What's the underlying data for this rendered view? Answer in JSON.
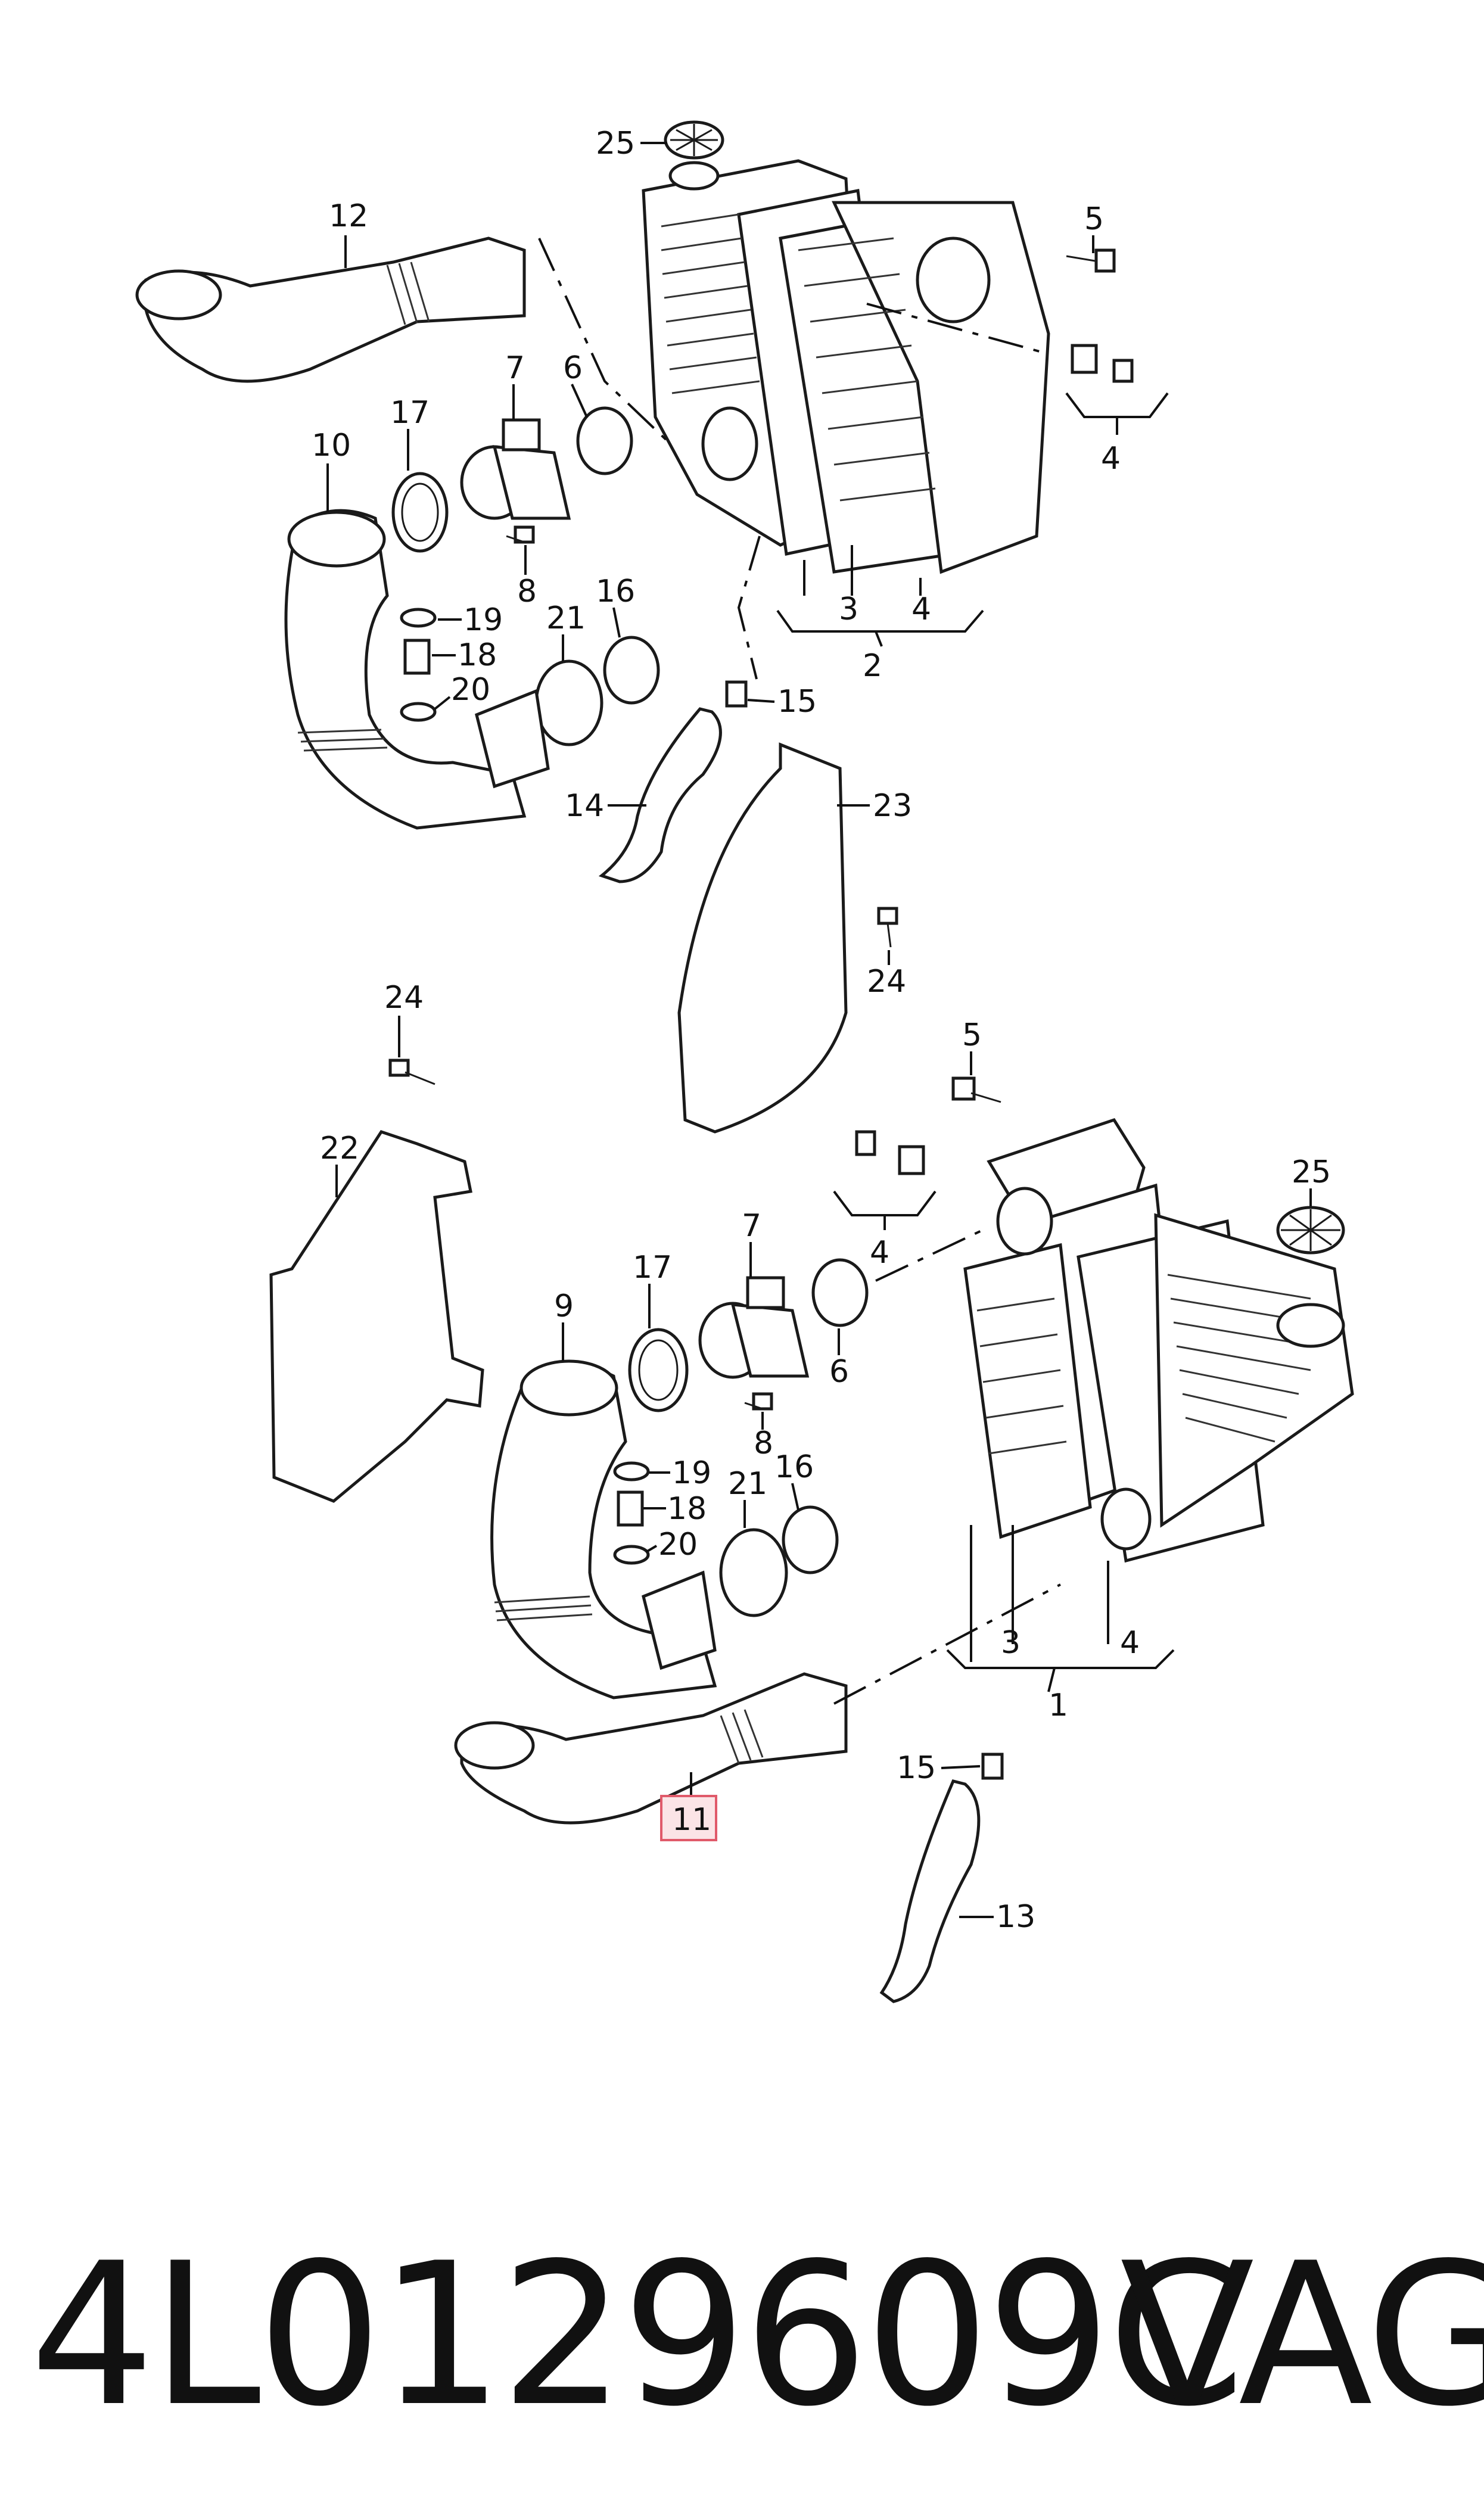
{
  "diagram": {
    "labels": {
      "l25_top": "25",
      "l12": "12",
      "l5_top": "5",
      "l7_top": "7",
      "l6_top": "6",
      "l17_top": "17",
      "l10": "10",
      "l4_top": "4",
      "l8_top": "8",
      "l19_top": "19",
      "l21_top": "21",
      "l16_top": "16",
      "l18_top": "18",
      "l20_top": "20",
      "l3_top": "3",
      "l4b_top": "4",
      "l2": "2",
      "l15_top": "15",
      "l14": "14",
      "l23": "23",
      "l24_mid": "24",
      "l24_left": "24",
      "l5_bot": "5",
      "l25_bot": "25",
      "l22": "22",
      "l7_bot": "7",
      "l17_bot": "17",
      "l4_bot": "4",
      "l9": "9",
      "l6_bot": "6",
      "l8_bot": "8",
      "l19_bot": "19",
      "l18_bot": "18",
      "l21_bot": "21",
      "l16_bot": "16",
      "l20_bot": "20",
      "l3_bot": "3",
      "l4b_bot": "4",
      "l1": "1",
      "l11": "11",
      "l15_bot": "15",
      "l13": "13"
    },
    "highlight_color": "#e05a6a"
  },
  "footer": {
    "part_number": "4L0129609C",
    "brand": "VAG"
  }
}
